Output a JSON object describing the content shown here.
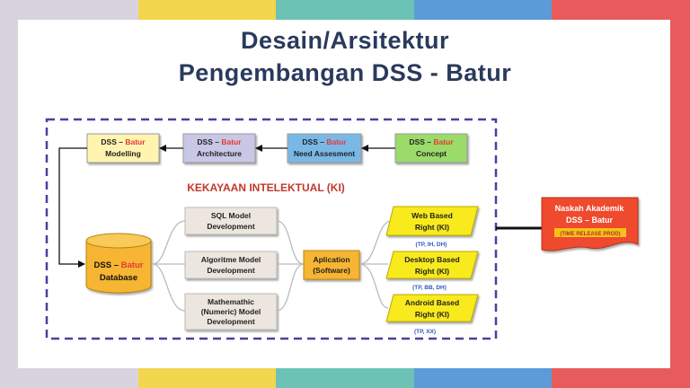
{
  "title_line1": "Desain/Arsitektur",
  "title_line2": "Pengembangan DSS - Batur",
  "ki_heading": "KEKAYAAN INTELEKTUAL (KI)",
  "top_boxes": [
    {
      "line1a": "DSS – ",
      "line1b": "Batur",
      "line2": "Modelling"
    },
    {
      "line1a": "DSS – ",
      "line1b": "Batur",
      "line2": "Architecture"
    },
    {
      "line1a": "DSS – ",
      "line1b": "Batur",
      "line2": "Need Assesment"
    },
    {
      "line1a": "DSS – ",
      "line1b": "Batur",
      "line2": "Concept"
    }
  ],
  "database": {
    "line1a": "DSS – ",
    "line1b": "Batur",
    "line2": "Database"
  },
  "models": [
    {
      "lines": [
        "SQL Model",
        "Development"
      ]
    },
    {
      "lines": [
        "Algoritme Model",
        "Development"
      ]
    },
    {
      "lines": [
        "Mathemathic",
        "(Numeric) Model",
        "Development"
      ]
    }
  ],
  "application": {
    "lines": [
      "Aplication",
      "(Software)"
    ]
  },
  "rights": [
    {
      "lines": [
        "Web Based",
        "Right (KI)"
      ],
      "note": "(TP, IH, DH)"
    },
    {
      "lines": [
        "Desktop Based",
        "Right (KI)"
      ],
      "note": "(TP, BB, DH)"
    },
    {
      "lines": [
        "Android Based",
        "Right (KI)"
      ],
      "note": "(TP, XX)"
    }
  ],
  "naskah": {
    "lines": [
      "Naskah Akademik",
      "DSS – Batur"
    ],
    "sub": "(TIME RELEASE PROD)"
  },
  "colors": {
    "title": "#2a3a5c",
    "red_text": "#e53935",
    "ki_heading": "#c0392b",
    "dashed_border": "#4b3fa0",
    "modelling_fill": "#fff4b0",
    "architecture_fill": "#c9c7e6",
    "need_fill": "#79b8e6",
    "concept_fill": "#9adb6a",
    "db_fill": "#f6b530",
    "model_fill": "#ece6df",
    "app_fill": "#f6b530",
    "right_fill": "#f8ea1a",
    "naskah_fill": "#ef4a2e",
    "note_text": "#2a5bb8"
  },
  "background_stripes": [
    "#d9d3de",
    "#f1d64e",
    "#6cc2b5",
    "#5a9bd8",
    "#e85b5c"
  ]
}
